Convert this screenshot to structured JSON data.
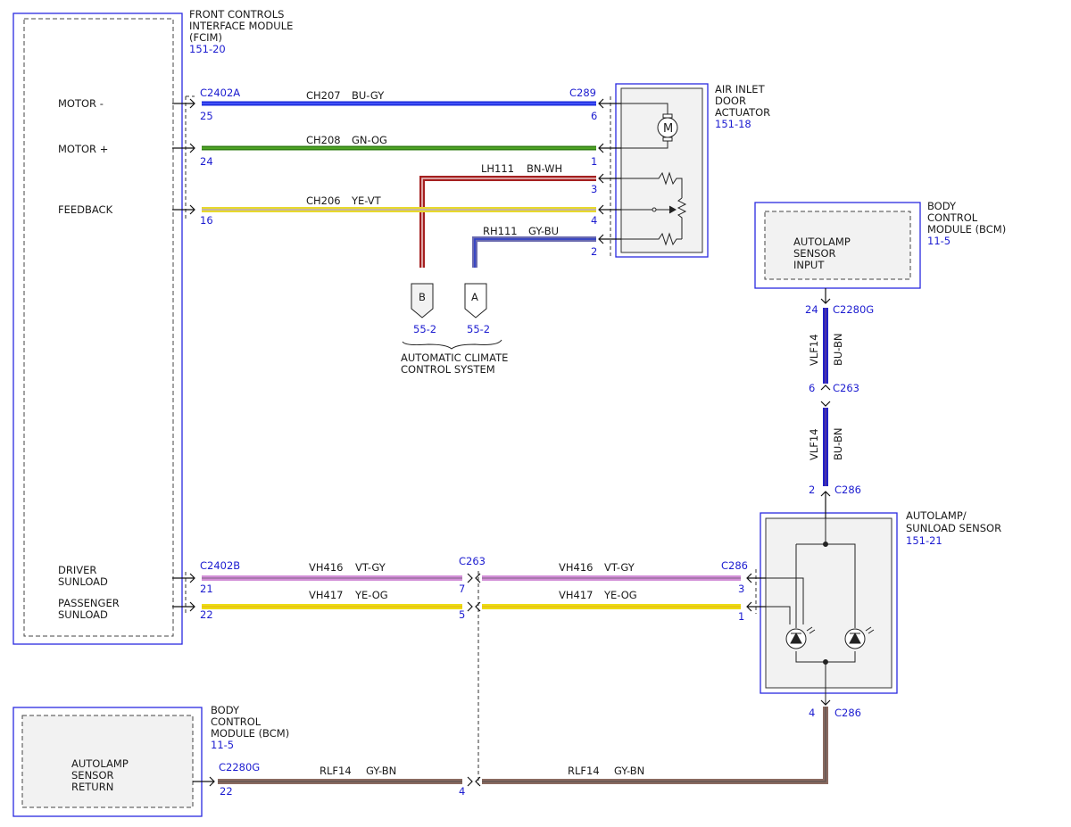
{
  "colors": {
    "module_outline": "#2a2ae0",
    "module_fill": "#f2f2f2",
    "ref_text": "#1c1cd0",
    "BU-GY": [
      "#1a2adb",
      "#4c5cff"
    ],
    "GN-OG": [
      "#2f7d12",
      "#58b02a"
    ],
    "YE-VT": [
      "#e8d92c",
      "#b9a8c8"
    ],
    "BN-WH": [
      "#a51f1f",
      "#e9c9c9"
    ],
    "GY-BU": [
      "#6b6bb0",
      "#2d3ec8"
    ],
    "BU-BN": [
      "#2222c8",
      "#5a3a9a"
    ],
    "VT-GY": [
      "#d38fd7",
      "#bfa8c6"
    ],
    "YE-OG": [
      "#ecdc13",
      "#f0cf1a"
    ],
    "GY-BN": [
      "#8a6a60",
      "#6e5d5a"
    ]
  },
  "fcim": {
    "title": [
      "FRONT CONTROLS",
      "INTERFACE MODULE",
      "(FCIM)"
    ],
    "ref": "151-20",
    "pins": {
      "motor_minus": "MOTOR -",
      "motor_plus": "MOTOR +",
      "feedback": "FEEDBACK",
      "driver_sunload": [
        "DRIVER",
        "SUNLOAD"
      ],
      "passenger_sunload": [
        "PASSENGER",
        "SUNLOAD"
      ]
    }
  },
  "actuator": {
    "title": [
      "AIR INLET",
      "DOOR",
      "ACTUATOR"
    ],
    "ref": "151-18"
  },
  "bcm_top": {
    "title": [
      "BODY",
      "CONTROL",
      "MODULE (BCM)"
    ],
    "ref": "11-5",
    "input_label": [
      "AUTOLAMP",
      "SENSOR",
      "INPUT"
    ]
  },
  "sensor": {
    "title": [
      "AUTOLAMP/",
      "SUNLOAD SENSOR"
    ],
    "ref": "151-21"
  },
  "bcm_bottom": {
    "title": [
      "BODY",
      "CONTROL",
      "MODULE (BCM)"
    ],
    "ref": "11-5",
    "input_label": [
      "AUTOLAMP",
      "SENSOR",
      "RETURN"
    ]
  },
  "connectors": {
    "c2402a": "C2402A",
    "c289": "C289",
    "c2402b": "C2402B",
    "c263": "C263",
    "c286": "C286",
    "c2280g": "C2280G"
  },
  "circuits": {
    "ch207": {
      "id": "CH207",
      "color": "BU-GY",
      "pin_fcim": "25",
      "pin_act": "6"
    },
    "ch208": {
      "id": "CH208",
      "color": "GN-OG",
      "pin_fcim": "24",
      "pin_act": "1"
    },
    "lh111": {
      "id": "LH111",
      "color": "BN-WH",
      "pin_act": "3"
    },
    "ch206": {
      "id": "CH206",
      "color": "YE-VT",
      "pin_fcim": "16",
      "pin_act": "4"
    },
    "rh111": {
      "id": "RH111",
      "color": "GY-BU",
      "pin_act": "2"
    },
    "vh416": {
      "id": "VH416",
      "color": "VT-GY",
      "pin_fcim": "21",
      "pin_inline": "7",
      "pin_sensor": "3"
    },
    "vh417": {
      "id": "VH417",
      "color": "YE-OG",
      "pin_fcim": "22",
      "pin_inline": "5",
      "pin_sensor": "1"
    },
    "vlf14": {
      "id": "VLF14",
      "color": "BU-BN",
      "pin_bcm": "24",
      "pin_inline_top": "6",
      "pin_sensor": "2"
    },
    "rlf14": {
      "id": "RLF14",
      "color": "GY-BN",
      "pin_bcm": "22",
      "pin_inline": "4",
      "pin_sensor": "4"
    }
  },
  "offpage": {
    "b": {
      "letter": "B",
      "ref": "55-2"
    },
    "a": {
      "letter": "A",
      "ref": "55-2"
    },
    "system": [
      "AUTOMATIC CLIMATE",
      "CONTROL SYSTEM"
    ]
  }
}
